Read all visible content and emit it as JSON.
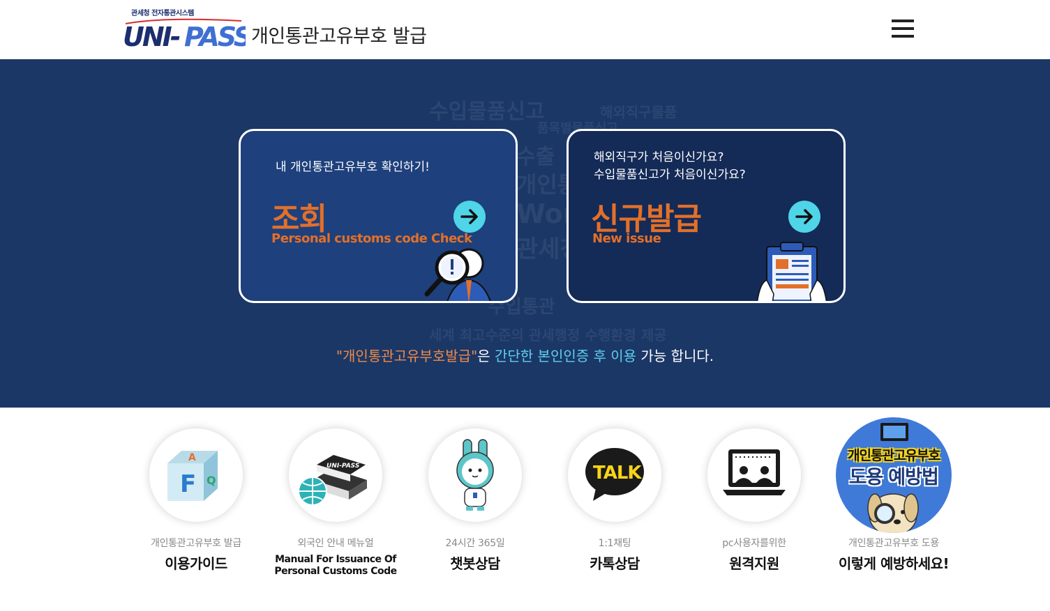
{
  "header": {
    "logo_sub": "관세청 전자통관시스템",
    "logo_text": "UNI-PASS",
    "title": "개인통관고유부호  발급",
    "menu_icon": "hamburger-menu-icon"
  },
  "banner": {
    "background_words": [
      "수입물품신고",
      "해외직구물품",
      "품목별물품신고",
      "수출",
      "개인통관",
      "World",
      "관세청",
      "수입통관",
      "세계 최고수준의 관세행정 수행환경 제공"
    ],
    "left_card": {
      "desc": "내 개인통관고유부호 확인하기!",
      "title": "조회",
      "subtitle": "Personal customs code Check",
      "arrow_icon": "arrow-right-icon",
      "illustration": "magnifier-person-icon"
    },
    "right_card": {
      "desc_line1": "해외직구가 처음이신가요?",
      "desc_line2": "수입물품신고가 처음이신가요?",
      "title": "신규발급",
      "subtitle": "New issue",
      "arrow_icon": "arrow-right-icon",
      "illustration": "clipboard-document-icon"
    },
    "notice": {
      "part1": "\"개인통관고유부호발급\"",
      "part2": "은 ",
      "part3": "간단한 본인인증 후 이용",
      "part4": " 가능 합니다."
    }
  },
  "shortcuts": [
    {
      "sub": "개인통관고유부호 발급",
      "main": "이용가이드",
      "icon": "faq-cube-icon"
    },
    {
      "sub": "외국인 안내 메뉴얼",
      "main_line1": "Manual For Issuance Of",
      "main_line2": "Personal Customs Code",
      "icon": "manual-books-globe-icon"
    },
    {
      "sub": "24시간 365일",
      "main": "챗봇상담",
      "icon": "chatbot-rabbit-icon"
    },
    {
      "sub": "1:1채팅",
      "main": "카톡상담",
      "icon": "kakao-talk-icon"
    },
    {
      "sub": "pc사용자를위한",
      "main": "원격지원",
      "icon": "remote-support-laptop-icon"
    },
    {
      "sub": "개인통관고유부호 도용",
      "main": "이렇게 예방하세요!",
      "icon": "theft-prevention-dog-icon",
      "badge_line1": "개인통관고유부호",
      "badge_line2": "도용 예방법"
    }
  ],
  "colors": {
    "banner_bg": "#1b3766",
    "accent_orange": "#e2702a",
    "accent_cyan": "#4fd4e8",
    "logo_navy": "#1b2e6e"
  }
}
